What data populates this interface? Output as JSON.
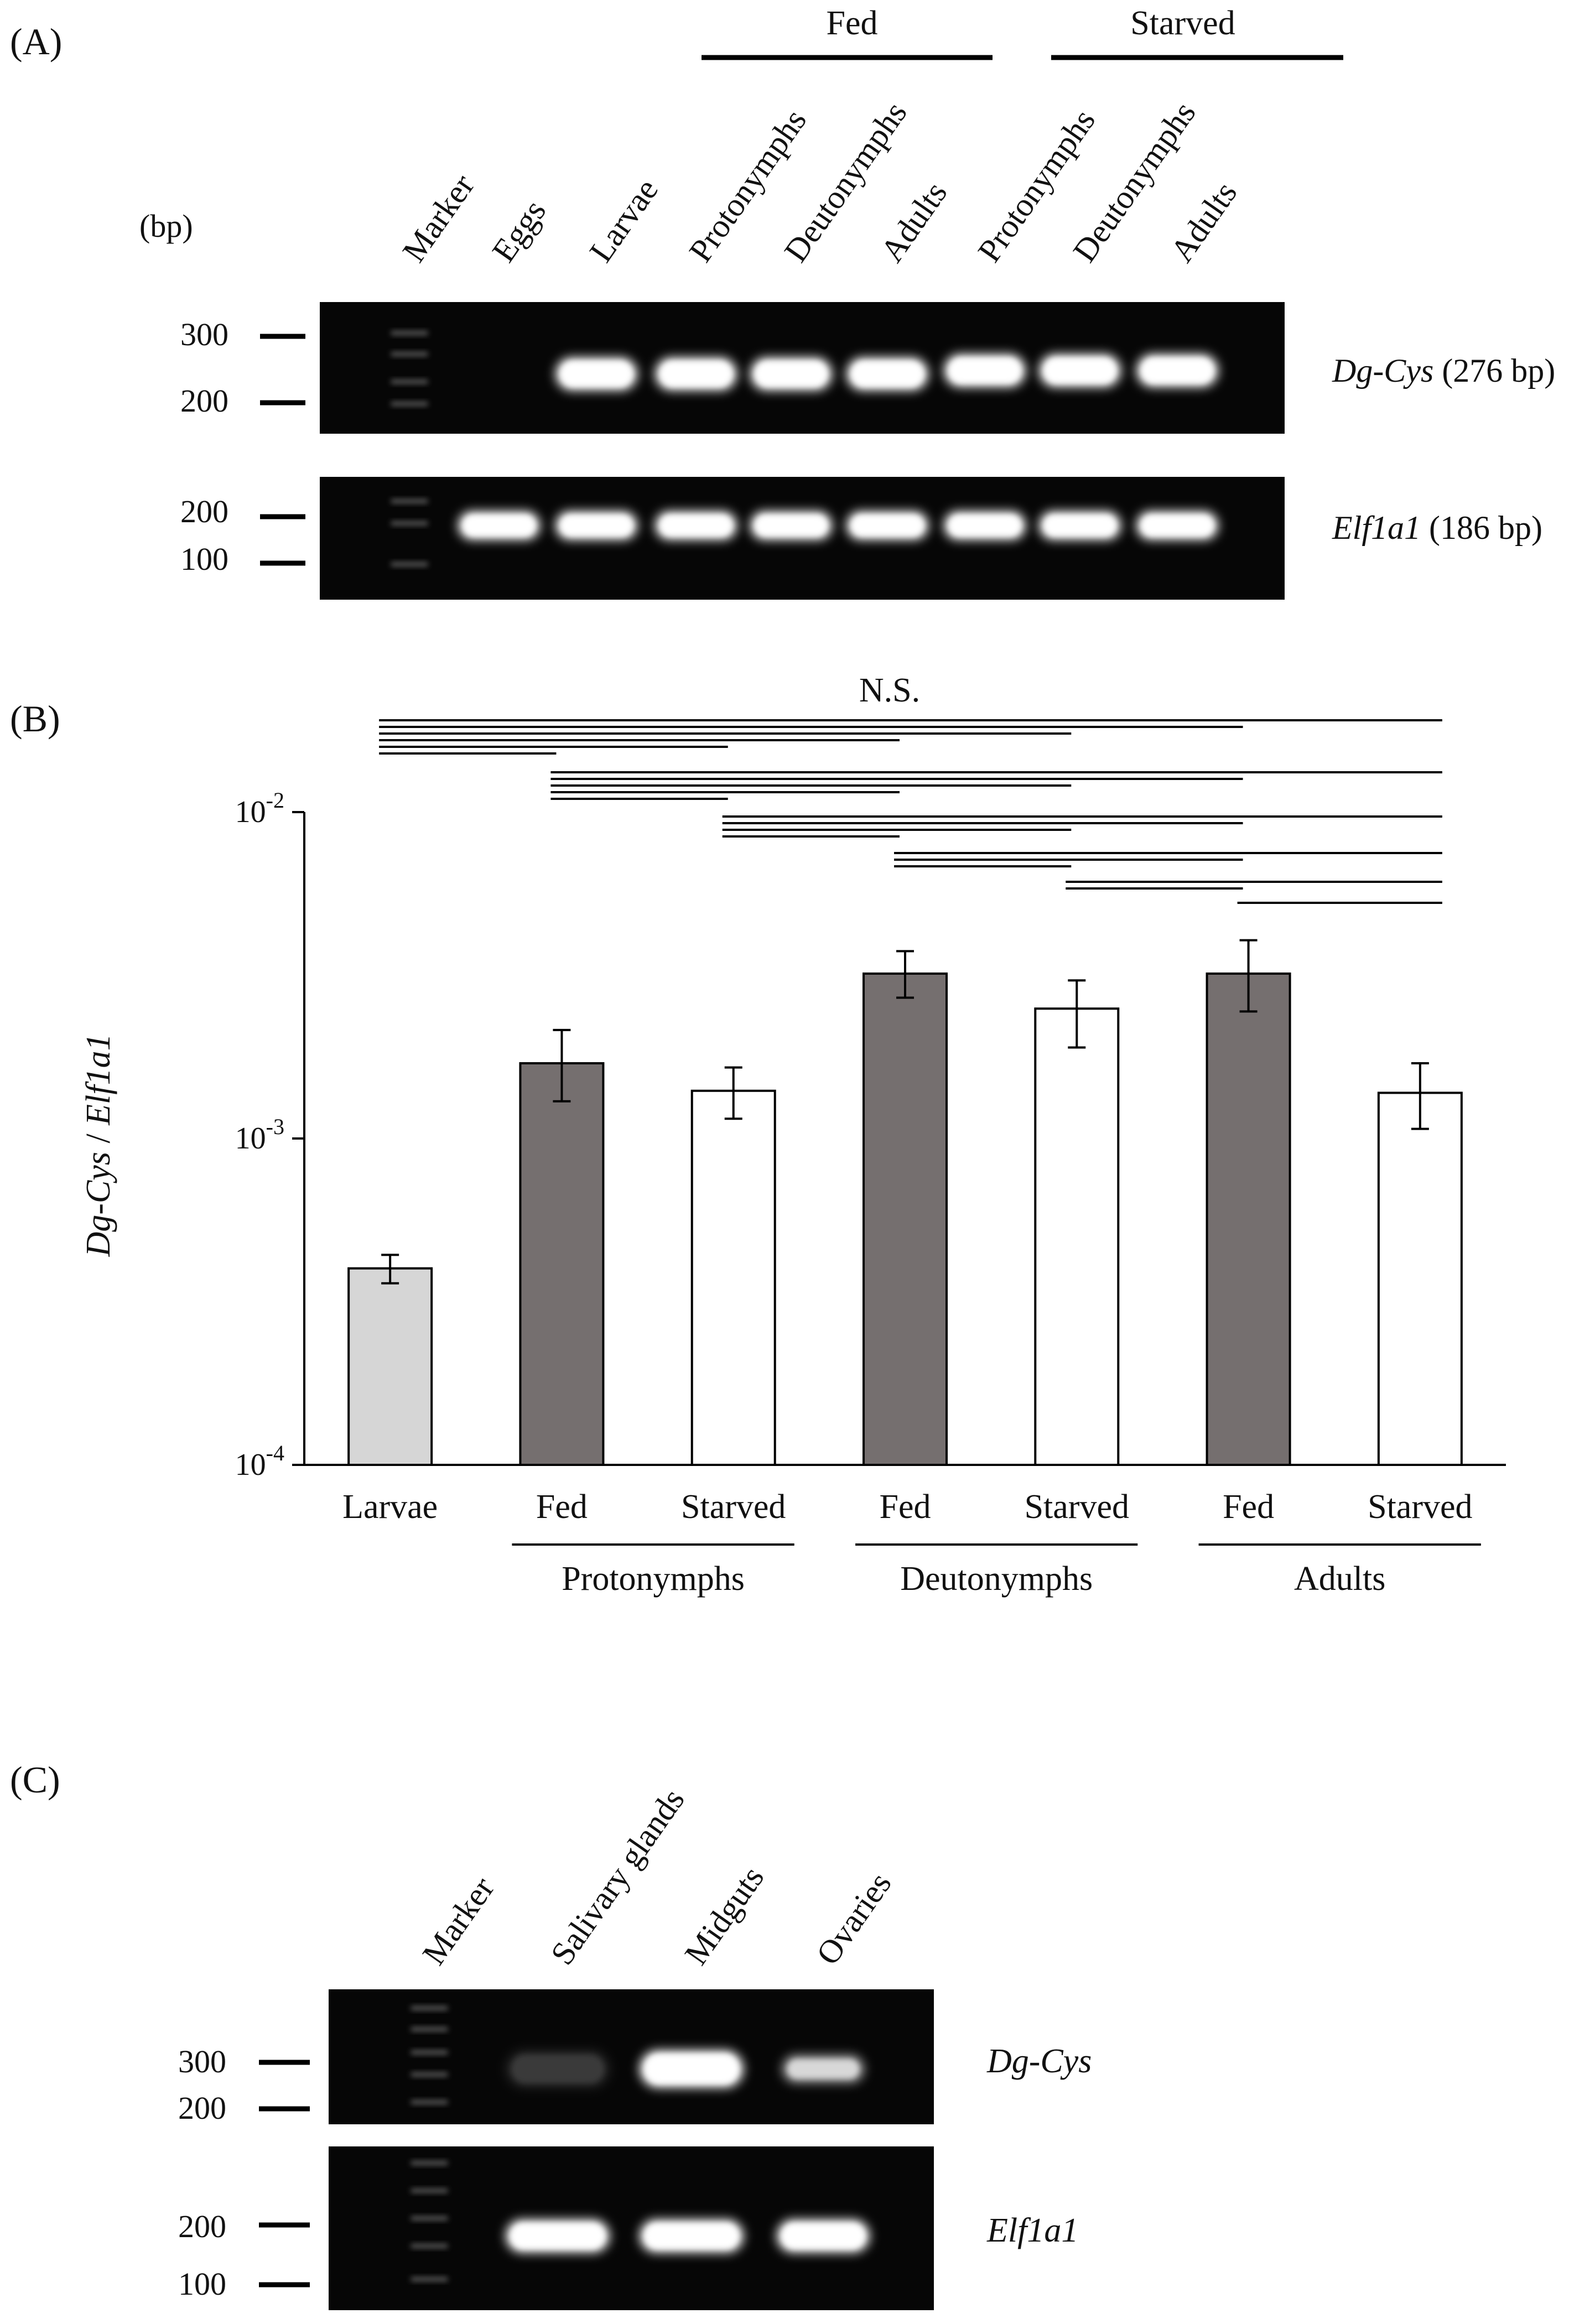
{
  "panel_a": {
    "label": "(A)",
    "bp_label": "(bp)",
    "group_labels": [
      "Fed",
      "Starved"
    ],
    "lane_labels": [
      "Marker",
      "Eggs",
      "Larvae",
      "Protonymphs",
      "Deutonymphs",
      "Adults",
      "Protonymphs",
      "Deutonymphs",
      "Adults"
    ],
    "gel1": {
      "ladder_top": "300",
      "ladder_bottom": "200",
      "gene": "Dg-Cys",
      "size": " (276 bp)",
      "band_present": [
        false,
        false,
        true,
        true,
        true,
        true,
        true,
        true,
        true
      ]
    },
    "gel2": {
      "ladder_top": "200",
      "ladder_bottom": "100",
      "gene": "Elf1a1",
      "size": " (186 bp)",
      "band_present": [
        false,
        true,
        true,
        true,
        true,
        true,
        true,
        true,
        true
      ]
    }
  },
  "panel_b": {
    "label": "(B)",
    "significance": "N.S.",
    "ylabel_gene": "Dg-Cys",
    "ylabel_sep": " / ",
    "ylabel_ref": "Elf1a1",
    "tick_base": "10",
    "group_labels": [
      "Protonymphs",
      "Deutonymphs",
      "Adults"
    ]
  },
  "chart_data": {
    "type": "bar",
    "yscale": "log",
    "ylim": [
      0.0001,
      0.01
    ],
    "yticks": [
      {
        "value": 0.01,
        "exp": "-2"
      },
      {
        "value": 0.001,
        "exp": "-3"
      },
      {
        "value": 0.0001,
        "exp": "-4"
      }
    ],
    "categories": [
      "Larvae",
      "Fed",
      "Starved",
      "Fed",
      "Starved",
      "Fed",
      "Starved"
    ],
    "groups": [
      "",
      "Protonymphs",
      "Protonymphs",
      "Deutonymphs",
      "Deutonymphs",
      "Adults",
      "Adults"
    ],
    "values": [
      0.0004,
      0.0017,
      0.0014,
      0.0032,
      0.0025,
      0.0032,
      0.00138
    ],
    "err_low": [
      0.00036,
      0.0013,
      0.00115,
      0.0027,
      0.0019,
      0.00245,
      0.00107
    ],
    "err_high": [
      0.00044,
      0.00215,
      0.00165,
      0.00375,
      0.00305,
      0.00405,
      0.0017
    ],
    "colors": [
      "#d6d6d6",
      "#756f6f",
      "#ffffff",
      "#756f6f",
      "#ffffff",
      "#756f6f",
      "#ffffff"
    ]
  },
  "panel_c": {
    "label": "(C)",
    "lane_labels": [
      "Marker",
      "Salivary glands",
      "Midguts",
      "Ovaries"
    ],
    "gel1": {
      "ladder_top": "300",
      "ladder_bottom": "200",
      "gene": "Dg-Cys",
      "band_strength": [
        0,
        0.12,
        1.0,
        0.65
      ]
    },
    "gel2": {
      "ladder_top": "200",
      "ladder_bottom": "100",
      "gene": "Elf1a1",
      "band_strength": [
        0,
        1.0,
        1.0,
        1.0
      ]
    }
  }
}
